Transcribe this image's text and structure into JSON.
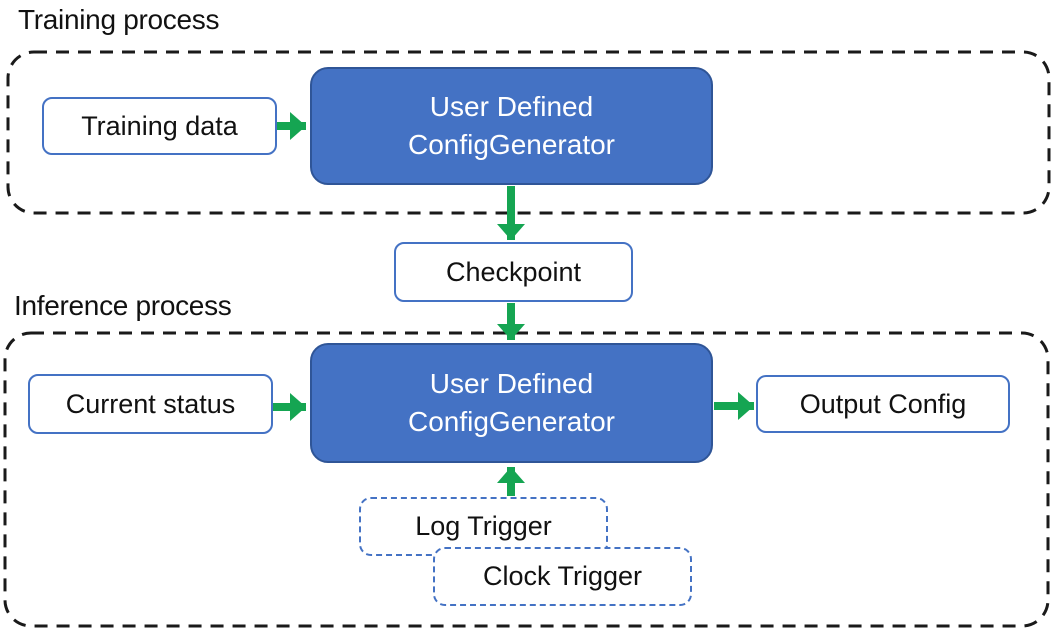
{
  "colors": {
    "box_fill_blue": "#4472C4",
    "box_border_dark_blue": "#2F5597",
    "outline_blue": "#4472C4",
    "arrow_green": "#15A552",
    "container_dash_black": "#1a1a1a"
  },
  "training": {
    "label": "Training process",
    "input_label": "Training data",
    "generator": {
      "line1": "User Defined",
      "line2": "ConfigGenerator"
    }
  },
  "checkpoint": {
    "label": "Checkpoint"
  },
  "inference": {
    "label": "Inference process",
    "input_label": "Current status",
    "generator": {
      "line1": "User Defined",
      "line2": "ConfigGenerator"
    },
    "output_label": "Output Config",
    "triggers": {
      "log": "Log Trigger",
      "clock": "Clock Trigger"
    }
  }
}
